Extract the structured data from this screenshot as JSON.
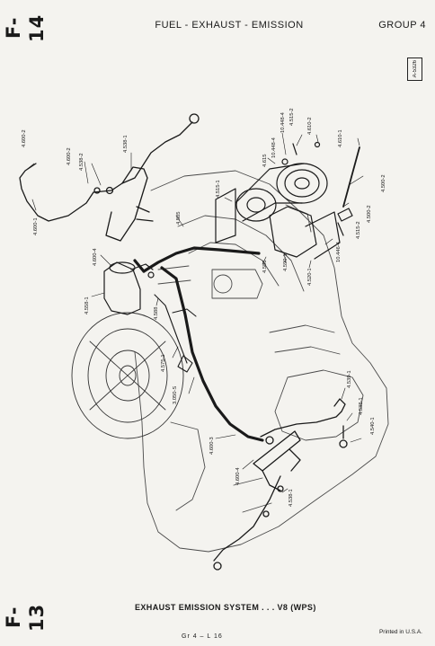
{
  "header": {
    "section_code_top": "F-14",
    "title": "FUEL - EXHAUST - EMISSION",
    "group": "GROUP 4",
    "figure_ref": "A-5326"
  },
  "parts": [
    {
      "id": "p1",
      "label": "4.600-2"
    },
    {
      "id": "p2",
      "label": "4.600-2"
    },
    {
      "id": "p3",
      "label": "4.538-2"
    },
    {
      "id": "p4",
      "label": "4.538-1"
    },
    {
      "id": "p5",
      "label": "4.600-1"
    },
    {
      "id": "p6",
      "label": "4.615"
    },
    {
      "id": "p7",
      "label": "10.448-4"
    },
    {
      "id": "p8",
      "label": "10.448-4"
    },
    {
      "id": "p9",
      "label": "4.515-2"
    },
    {
      "id": "p10",
      "label": "4.610-2"
    },
    {
      "id": "p11",
      "label": "4.610-1"
    },
    {
      "id": "p12",
      "label": "4.515-1"
    },
    {
      "id": "p13",
      "label": "4.500-2"
    },
    {
      "id": "p14",
      "label": "4.500-2"
    },
    {
      "id": "p15",
      "label": "4.585"
    },
    {
      "id": "p16",
      "label": "4.515-2"
    },
    {
      "id": "p17",
      "label": "10.446-4"
    },
    {
      "id": "p18",
      "label": "4.600-4"
    },
    {
      "id": "p19",
      "label": "4.586"
    },
    {
      "id": "p20",
      "label": "4.590-1"
    },
    {
      "id": "p21",
      "label": "4.520-1"
    },
    {
      "id": "p22",
      "label": "4.558-1"
    },
    {
      "id": "p23",
      "label": "4.588"
    },
    {
      "id": "p24",
      "label": "4.575-1"
    },
    {
      "id": "p25",
      "label": "4.539-1"
    },
    {
      "id": "p26",
      "label": "4.538-1"
    },
    {
      "id": "p27",
      "label": "4.540-1"
    },
    {
      "id": "p28",
      "label": "3.050-S"
    },
    {
      "id": "p29",
      "label": "4.600-3"
    },
    {
      "id": "p30",
      "label": "4.600-4"
    },
    {
      "id": "p31",
      "label": "4.538-1"
    }
  ],
  "footer": {
    "section_code_bottom": "F-13",
    "caption": "EXHAUST EMISSION SYSTEM . . . V8 (WPS)",
    "page_ref": "Gr 4 – L 16",
    "printed": "Printed in U.S.A."
  }
}
